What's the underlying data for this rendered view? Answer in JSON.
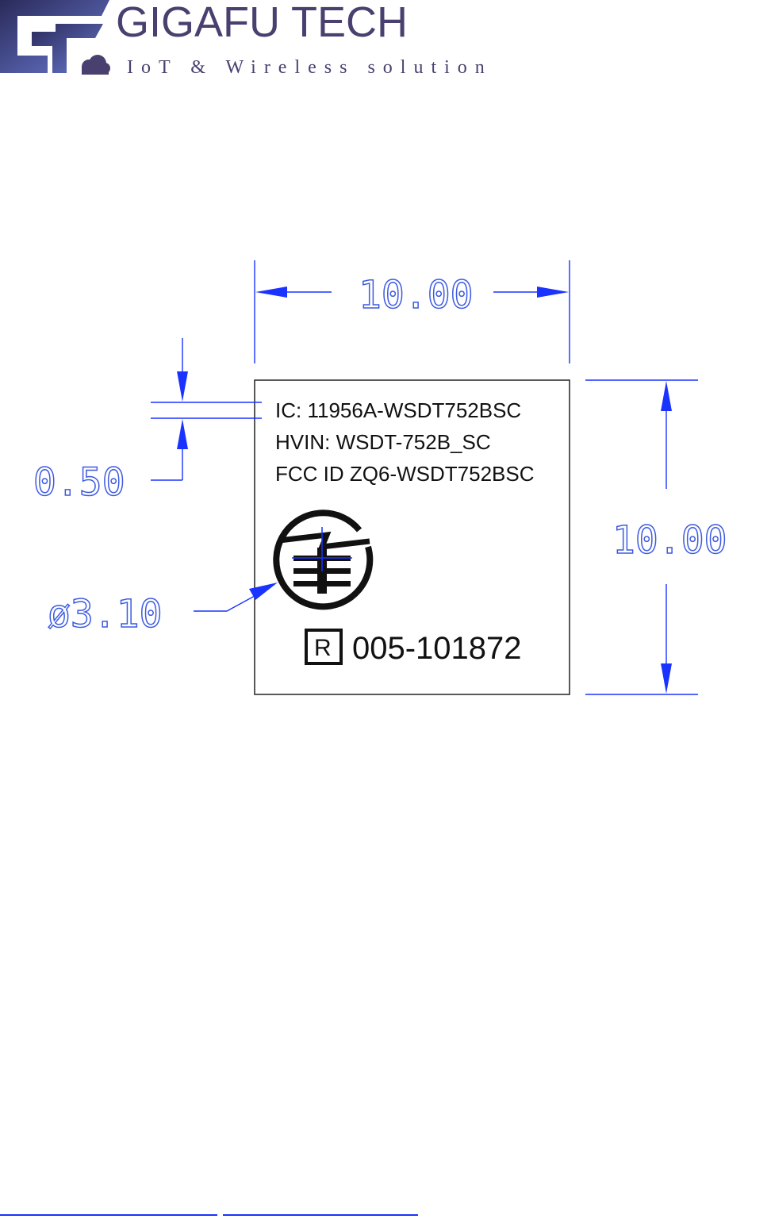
{
  "header": {
    "brand_name": "GIGAFU  TECH",
    "tagline": "IoT & Wireless solution",
    "logo_monogram": "GF",
    "colors": {
      "brand": "#4a4070",
      "logo_gradient_start": "#2a2a5a",
      "logo_gradient_end": "#6a7ad0"
    }
  },
  "drawing": {
    "colors": {
      "dimension": "#1a33ff",
      "label_outline": "#222222"
    },
    "dimensions": {
      "width": "10.00",
      "height": "10.00",
      "spacing": "0.50",
      "diameter": "ø3.10"
    },
    "label": {
      "line1": "IC: 11956A-WSDT752BSC",
      "line2": "HVIN: WSDT-752B_SC",
      "line3": "FCC ID ZQ6-WSDT752BSC",
      "reg_mark": "R",
      "reg_number": "005-101872",
      "mark_icon": "japan-technical-conformity-mark"
    }
  }
}
